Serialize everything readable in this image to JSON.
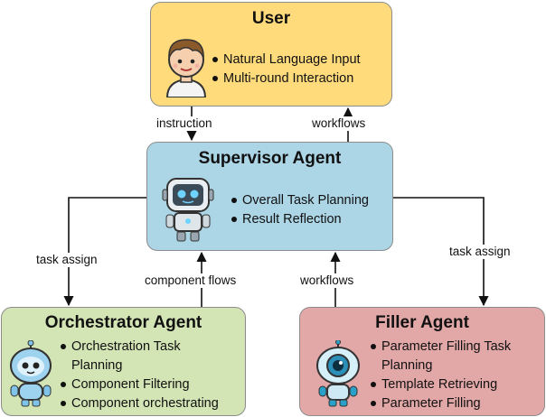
{
  "nodes": {
    "user": {
      "title": "User",
      "bullets": [
        "Natural Language Input",
        "Multi-round Interaction"
      ]
    },
    "supervisor": {
      "title": "Supervisor Agent",
      "bullets": [
        "Overall Task Planning",
        "Result Reflection"
      ]
    },
    "orchestrator": {
      "title": "Orchestrator Agent",
      "bullets": [
        "Orchestration Task Planning",
        "Component Filtering",
        "Component orchestrating"
      ]
    },
    "filler": {
      "title": "Filler Agent",
      "bullets": [
        "Parameter Filling Task Planning",
        "Template Retrieving",
        "Parameter Filling"
      ]
    }
  },
  "edges": {
    "instruction": "instruction",
    "workflows_up_user": "workflows",
    "task_assign_left": "task assign",
    "task_assign_right": "task assign",
    "component_flows": "component flows",
    "workflows_up_supervisor": "workflows"
  },
  "colors": {
    "user": "#ffdb7c",
    "supervisor": "#acd5e6",
    "orchestrator": "#d3e4b5",
    "filler": "#e2a7a7"
  },
  "icons": {
    "user": "boy-avatar-icon",
    "supervisor": "robot-icon",
    "orchestrator": "round-robot-icon",
    "filler": "cyclops-robot-icon"
  }
}
